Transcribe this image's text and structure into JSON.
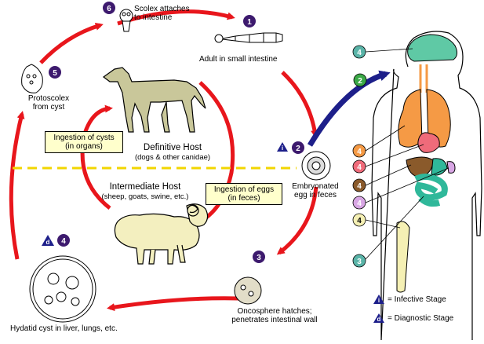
{
  "stages": {
    "s1": {
      "number": "1",
      "label": "Adult in small intestine"
    },
    "s2": {
      "number": "2",
      "label_line1": "Embryonated",
      "label_line2": "egg in feces"
    },
    "s3": {
      "number": "3",
      "label_line1": "Oncosphere hatches;",
      "label_line2": "penetrates intestinal wall"
    },
    "s4": {
      "number": "4",
      "label": "Hydatid cyst in liver, lungs, etc."
    },
    "s5": {
      "number": "5",
      "label_line1": "Protoscolex",
      "label_line2": "from cyst"
    },
    "s6": {
      "number": "6",
      "label_line1": "Scolex attaches",
      "label_line2": "to intestine"
    }
  },
  "hosts": {
    "definitive": {
      "title": "Definitive Host",
      "subtitle": "(dogs & other canidae)"
    },
    "intermediate": {
      "title": "Intermediate Host",
      "subtitle": "(sheep, goats, swine, etc.)"
    }
  },
  "boxes": {
    "cysts": {
      "line1": "Ingestion of cysts",
      "line2": "(in organs)"
    },
    "eggs": {
      "line1": "Ingestion of eggs",
      "line2": "(in feces)"
    }
  },
  "human": {
    "arrow_number": "2",
    "organ_numbers": [
      "4",
      "4",
      "4",
      "4",
      "4",
      "4",
      "3"
    ]
  },
  "legend": {
    "infective": {
      "symbol": "i",
      "text": "= Infective Stage"
    },
    "diagnostic": {
      "symbol": "d",
      "text": "= Diagnostic Stage"
    }
  },
  "colors": {
    "red_arrow": "#e8161c",
    "stage_circle": "#3d1a6e",
    "human_arrow": "#1d1f8a",
    "host_line": "#f2d600",
    "box_fill": "#ffffcc",
    "teal_badge": "#5ab4a8",
    "orange_badge": "#f59a45",
    "pink_badge": "#ef6b7a",
    "brown_badge": "#8a5a2b",
    "lilac_badge": "#d8a6e4",
    "cream_badge": "#f5f0b4",
    "brain": "#5fc9a5",
    "lungs": "#f59a45",
    "heart": "#ef6b7a",
    "liver": "#8a5a2b",
    "intestine": "#2fb89a",
    "kidney": "#d8a6e4",
    "bone": "#f5f0b4"
  }
}
